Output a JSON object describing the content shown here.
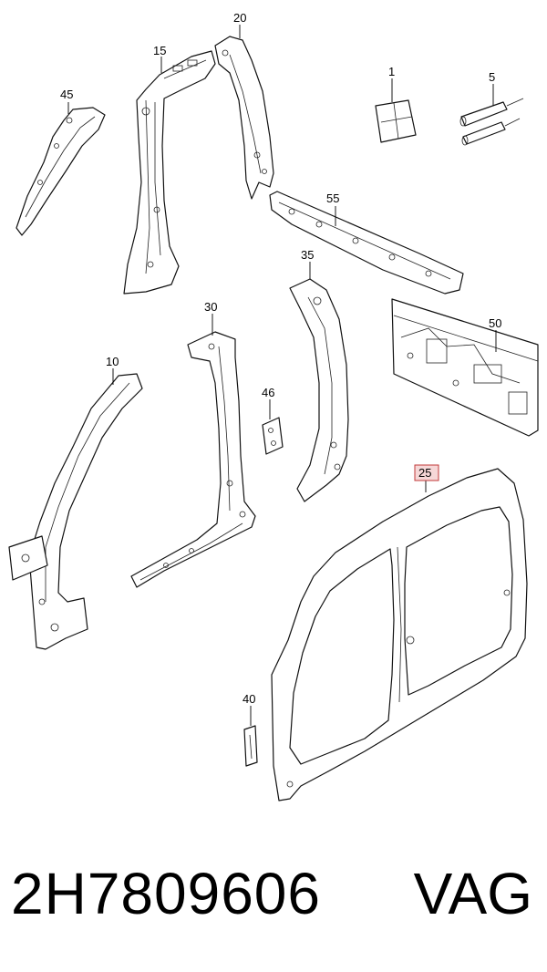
{
  "callouts": {
    "c45": "45",
    "c15": "15",
    "c20": "20",
    "c1": "1",
    "c5": "5",
    "c55": "55",
    "c35": "35",
    "c30": "30",
    "c50": "50",
    "c10": "10",
    "c46": "46",
    "c25": "25",
    "c40": "40"
  },
  "highlighted_callout": "25",
  "colors": {
    "highlight_fill": "#f6d7d7",
    "highlight_stroke": "#c23a3a"
  },
  "footer": {
    "part_number": "2H7809606",
    "brand": "VAG"
  }
}
